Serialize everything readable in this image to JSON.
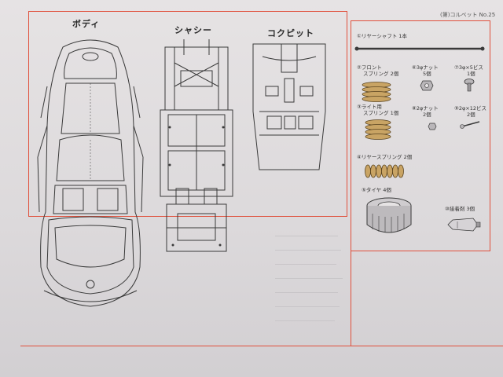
{
  "header": {
    "page_number": "(第)コルベット No.25"
  },
  "sections": {
    "body": "ボディ",
    "chassis": "シャシー",
    "cockpit": "コクピット"
  },
  "parts": [
    {
      "num": "①",
      "name": "リヤーシャフト",
      "qty": "1本"
    },
    {
      "num": "②",
      "name": "フロント",
      "name2": "スプリング",
      "qty": "2個"
    },
    {
      "num": "⑥",
      "name": "3φナット",
      "qty": "5個"
    },
    {
      "num": "⑦",
      "name": "3φ×5ビス",
      "qty": "1個"
    },
    {
      "num": "③",
      "name": "ライト用",
      "name2": "スプリング",
      "qty": "1個"
    },
    {
      "num": "⑧",
      "name": "2φナット",
      "qty": "2個"
    },
    {
      "num": "⑨",
      "name": "2φ×12ビス",
      "qty": "2個"
    },
    {
      "num": "④",
      "name": "リヤースプリング",
      "qty": "2個"
    },
    {
      "num": "⑤",
      "name": "タイヤ",
      "qty": "4個"
    },
    {
      "num": "⑩",
      "name": "接着剤",
      "qty": "3個"
    }
  ],
  "colors": {
    "frame_red": "#e0503c",
    "line_art": "#3a3a3a"
  }
}
